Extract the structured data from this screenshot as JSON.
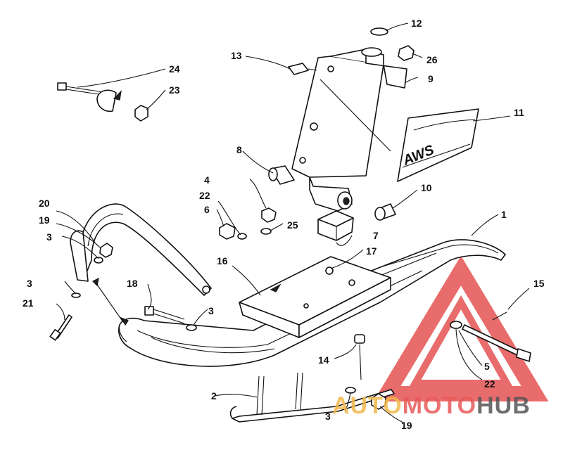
{
  "diagram": {
    "callouts": {
      "c1": "1",
      "c2": "2",
      "c3a": "3",
      "c3b": "3",
      "c3c": "3",
      "c3d": "3",
      "c4": "4",
      "c5": "5",
      "c6": "6",
      "c7": "7",
      "c8": "8",
      "c9": "9",
      "c10": "10",
      "c11": "11",
      "c12": "12",
      "c13": "13",
      "c14": "14",
      "c15": "15",
      "c16": "16",
      "c17": "17",
      "c18": "18",
      "c19a": "19",
      "c19b": "19",
      "c20": "20",
      "c21": "21",
      "c22a": "22",
      "c22b": "22",
      "c23": "23",
      "c24": "24",
      "c25": "25",
      "c26": "26"
    },
    "decal_text": "AWS"
  },
  "watermark": {
    "part1": "AUTO",
    "part2": "MOTO",
    "part3": "HUB",
    "colors": {
      "auto": "#f2b84b",
      "moto": "#e85a5a",
      "hub": "#555555",
      "triangle": "#e23c3c"
    }
  }
}
